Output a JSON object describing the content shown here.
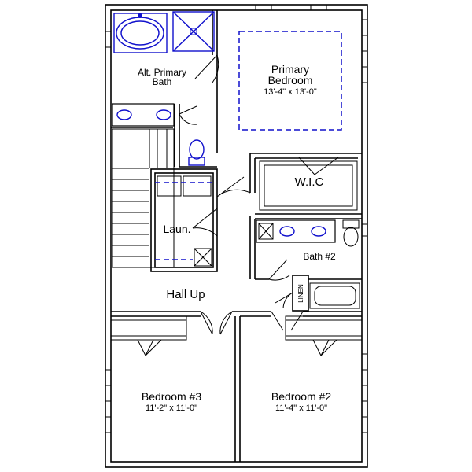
{
  "rooms": {
    "alt_primary_bath": {
      "line1": "Alt. Primary",
      "line2": "Bath"
    },
    "primary_bedroom": {
      "line1": "Primary",
      "line2": "Bedroom",
      "dims": "13'-4\" x 13'-0\""
    },
    "wic": {
      "name": "W.I.C"
    },
    "laundry": {
      "name": "Laun."
    },
    "bath2": {
      "name": "Bath #2"
    },
    "linen": {
      "name": "LINEN"
    },
    "hall": {
      "name": "Hall Up"
    },
    "bedroom3": {
      "name": "Bedroom #3",
      "dims": "11'-2\" x 11'-0\""
    },
    "bedroom2": {
      "name": "Bedroom #2",
      "dims": "11'-4\" x 11'-0\""
    }
  },
  "colors": {
    "wall": "#000000",
    "fixture": "#1010cc",
    "background": "#ffffff"
  }
}
